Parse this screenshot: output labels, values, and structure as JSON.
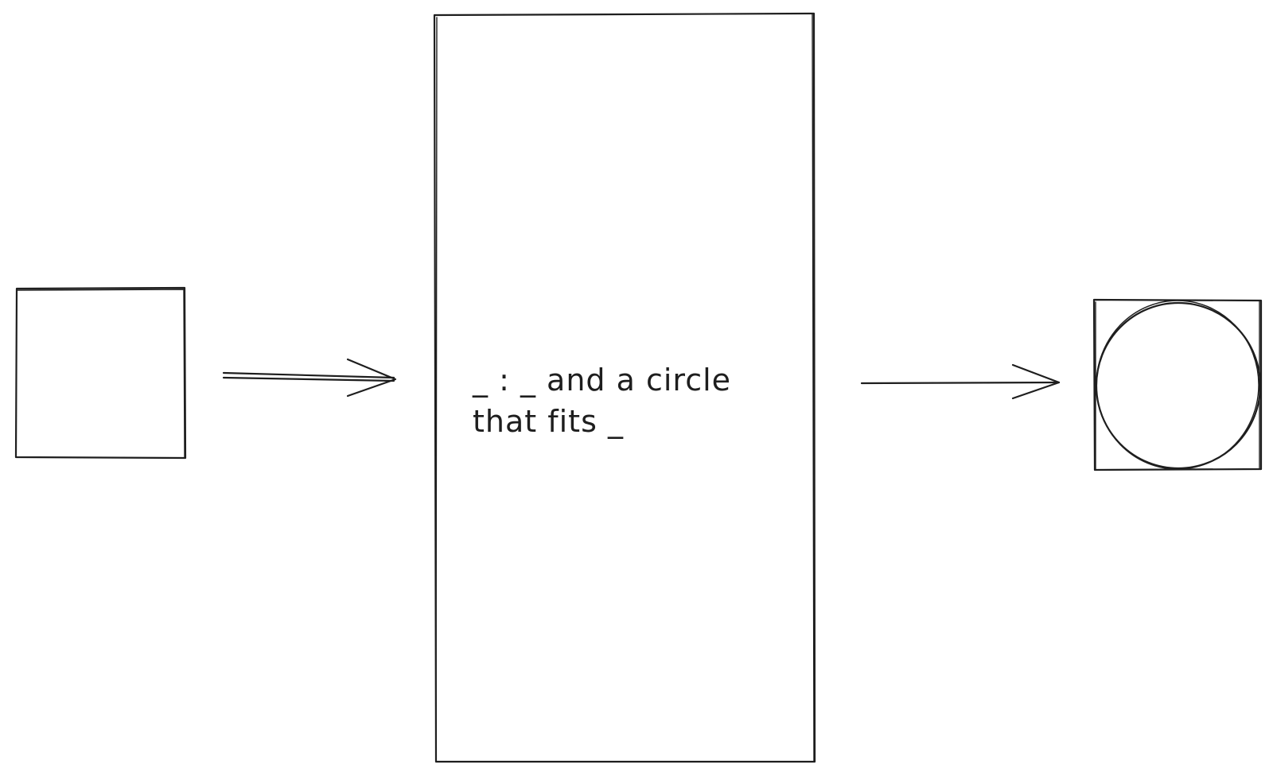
{
  "diagram": {
    "label": {
      "line1": "_ : _ and a circle",
      "line2": "that fits _"
    },
    "nodes": [
      {
        "id": "input-square",
        "shape": "square"
      },
      {
        "id": "process-box",
        "shape": "rectangle"
      },
      {
        "id": "output-square-circle",
        "shape": "square with inscribed circle"
      }
    ],
    "edges": [
      {
        "from": "input-square",
        "to": "process-box",
        "style": "double-line arrow"
      },
      {
        "from": "process-box",
        "to": "output-square-circle",
        "style": "arrow"
      }
    ],
    "stroke_color": "#1e1e1e",
    "background_color": "#ffffff"
  }
}
